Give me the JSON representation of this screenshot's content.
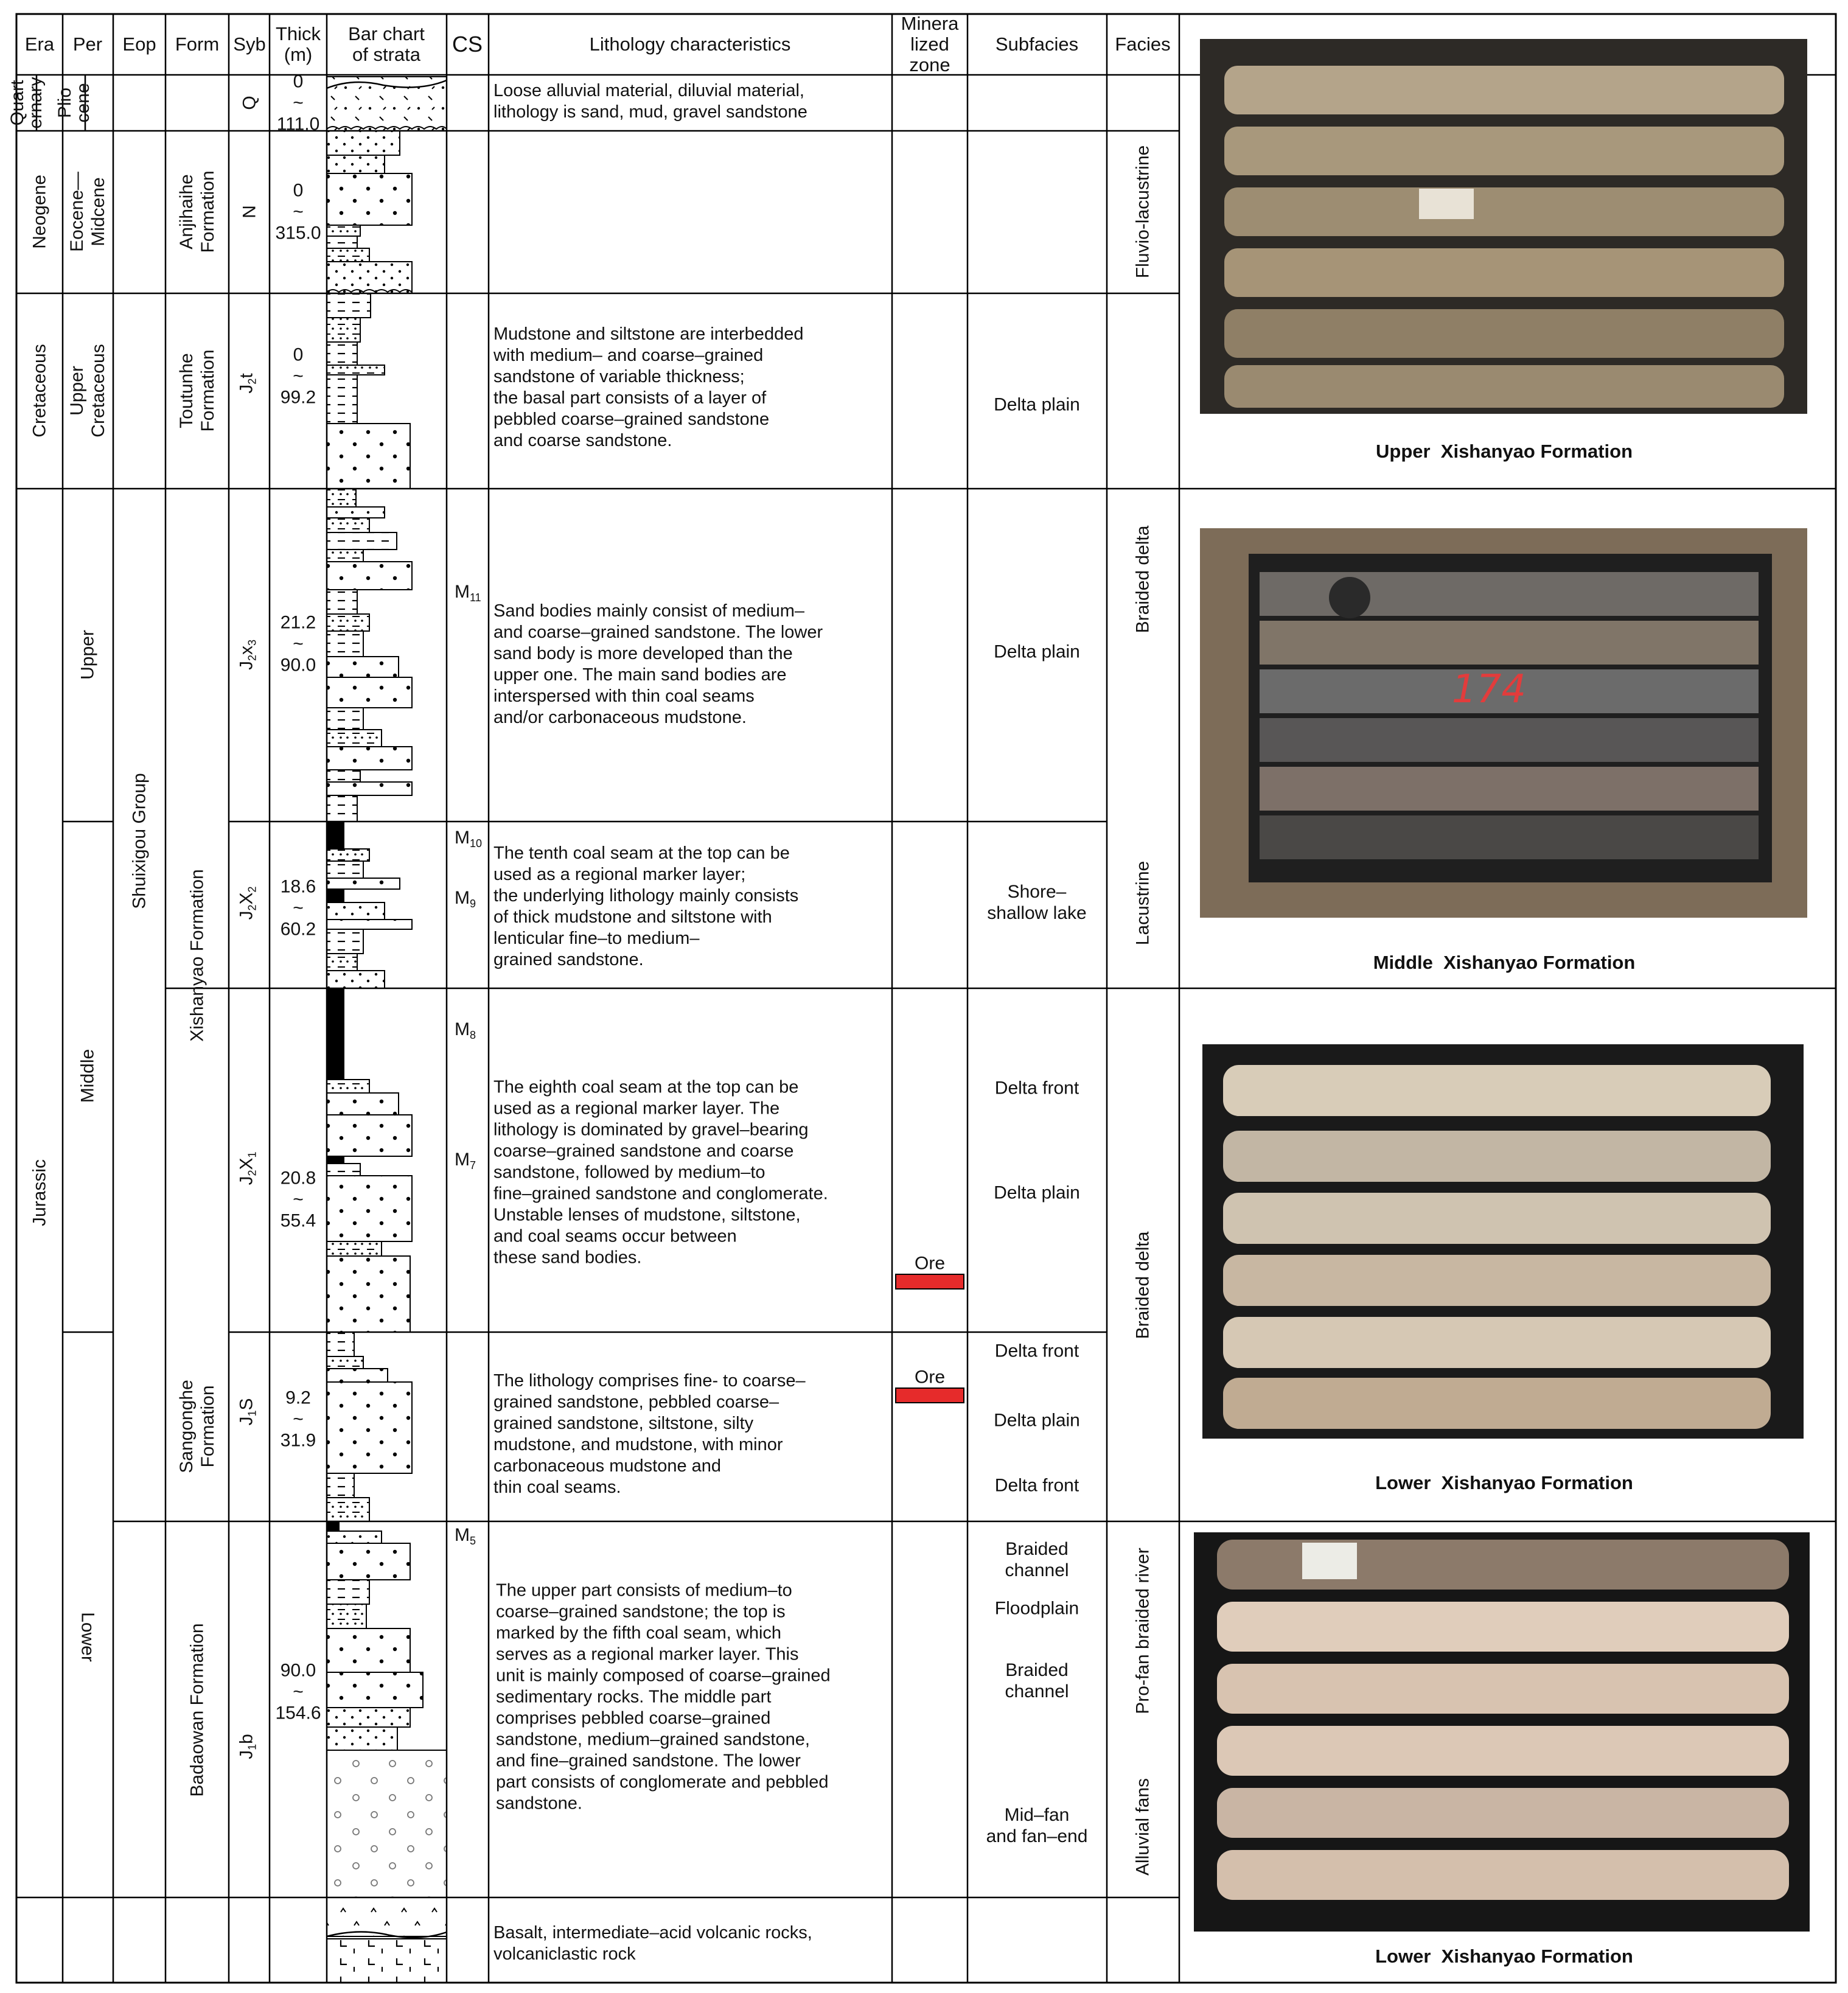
{
  "colors": {
    "line": "#000000",
    "ore": "#e62b2b",
    "coal": "#000000"
  },
  "headers": {
    "era": "Era",
    "per": "Per",
    "eop": "Eop",
    "form": "Form",
    "syb": "Syb",
    "thick": "Thick\n(m)",
    "bar_chart": "Bar chart\nof strata",
    "cs": "CS",
    "lithology": "Lithology characteristics",
    "mineralized_zone": "Minera\nlized\nzone",
    "subfacies": "Subfacies",
    "facies": "Facies"
  },
  "era": {
    "quaternary": "Quart\nernary",
    "neogene": "Neogene",
    "cretaceous": "Cretaceous",
    "jurassic": "Jurassic"
  },
  "period": {
    "pliocene": "Plio\ncene",
    "eocene_midcene": "Eocene—\nMidcene",
    "upper_cretaceous": "Upper\nCretaceous",
    "upper": "Upper",
    "middle": "Middle",
    "lower": "Lower"
  },
  "group": {
    "shuixigou": "Shuixigou Group"
  },
  "formation": {
    "anjihaihe": "Anjihaihe\nFormation",
    "toutunhe": "Toutunhe\nFormation",
    "xishanyao": "Xishanyao Formation",
    "sangonghe": "Sangonghe\nFormation",
    "badaowan": "Badaowan Formation"
  },
  "symbols": {
    "q": "Q",
    "n": "N",
    "t_main": "J",
    "t_sub": "2",
    "t_suffix": "t",
    "x3_main": "J",
    "x3_sub": "2",
    "x3_mid": "x",
    "x3_sub2": "3",
    "x2_main": "J",
    "x2_sub": "2",
    "x2_mid": "X",
    "x2_sub2": "2",
    "x1_main": "J",
    "x1_sub": "2",
    "x1_mid": "X",
    "x1_sub2": "1",
    "s_main": "J",
    "s_sub": "1",
    "s_suffix": "S",
    "b_main": "J",
    "b_sub": "1",
    "b_suffix": "b"
  },
  "thickness": {
    "q": "0\n~\n111.0",
    "n": "0\n~\n315.0",
    "t": "0\n~\n99.2",
    "x3": "21.2\n~\n90.0",
    "x2": "18.6\n~\n60.2",
    "x1": "20.8\n~\n55.4",
    "s": "9.2\n~\n31.9",
    "b": "90.0\n~\n154.6"
  },
  "coal_seams": {
    "m11": "M",
    "m11_sub": "11",
    "m10": "M",
    "m10_sub": "10",
    "m9": "M",
    "m9_sub": "9",
    "m8": "M",
    "m8_sub": "8",
    "m7": "M",
    "m7_sub": "7",
    "m5": "M",
    "m5_sub": "5"
  },
  "lithology": {
    "q": "Loose alluvial material, diluvial material,\nlithology is sand, mud, gravel sandstone",
    "t": "Mudstone and siltstone are interbedded\nwith medium– and coarse–grained\nsandstone of variable thickness;\nthe basal part consists of a layer of\npebbled coarse–grained sandstone\nand coarse sandstone.",
    "x3": "Sand bodies mainly consist of medium–\nand coarse–grained sandstone. The lower\nsand body is more developed than the\nupper one. The main sand bodies are\ninterspersed with thin coal seams\nand/or carbonaceous mudstone.",
    "x2": "The tenth coal seam at the top can be\nused as a regional marker layer;\nthe underlying lithology mainly consists\nof thick mudstone and siltstone with\nlenticular fine–to medium–\ngrained sandstone.",
    "x1": "The eighth coal seam at the top can be\nused as a regional marker layer. The\nlithology is dominated by gravel–bearing\ncoarse–grained sandstone and coarse\nsandstone, followed by medium–to\nfine–grained sandstone and conglomerate.\nUnstable lenses of mudstone, siltstone,\nand coal seams occur between\nthese sand bodies.",
    "s": "The lithology comprises fine- to coarse–\ngrained sandstone, pebbled coarse–\ngrained sandstone, siltstone, silty\nmudstone, and mudstone, with minor\ncarbonaceous mudstone and\nthin coal seams.",
    "b": "The upper part consists of medium–to\ncoarse–grained sandstone; the top is\nmarked by the fifth coal seam, which\nserves as a regional marker layer. This\nunit is mainly composed of coarse–grained\nsedimentary rocks. The middle part\ncomprises pebbled coarse–grained\nsandstone, medium–grained sandstone,\nand fine–grained sandstone. The lower\npart consists of conglomerate and pebbled\nsandstone.",
    "basement": "Basalt, intermediate–acid volcanic rocks,\nvolcaniclastic rock"
  },
  "mineralized": {
    "x1": "Ore",
    "s": "Ore"
  },
  "subfacies": {
    "t": "Delta plain",
    "x3": "Delta plain",
    "x2": "Shore–\nshallow lake",
    "x1_front": "Delta front",
    "x1_plain": "Delta plain",
    "s_front1": "Delta front",
    "s_plain": "Delta plain",
    "s_front2": "Delta front",
    "b_channel1": "Braided\nchannel",
    "b_floodplain": "Floodplain",
    "b_channel2": "Braided\nchannel",
    "b_midfan": "Mid–fan\nand fan–end"
  },
  "facies": {
    "fluvio": "Fluvio-lacustrine",
    "braided1": "Braided delta",
    "lacustrine": "Lacustrine",
    "braided2": "Braided delta",
    "profan": "Pro-fan braided river",
    "alluvial": "Alluvial fans"
  },
  "photos": {
    "caption1": "Upper  Xishanyao Formation",
    "caption2": "Middle  Xishanyao Formation",
    "caption3": "Lower  Xishanyao Formation",
    "caption4": "Lower  Xishanyao Formation",
    "label_174": "174"
  }
}
